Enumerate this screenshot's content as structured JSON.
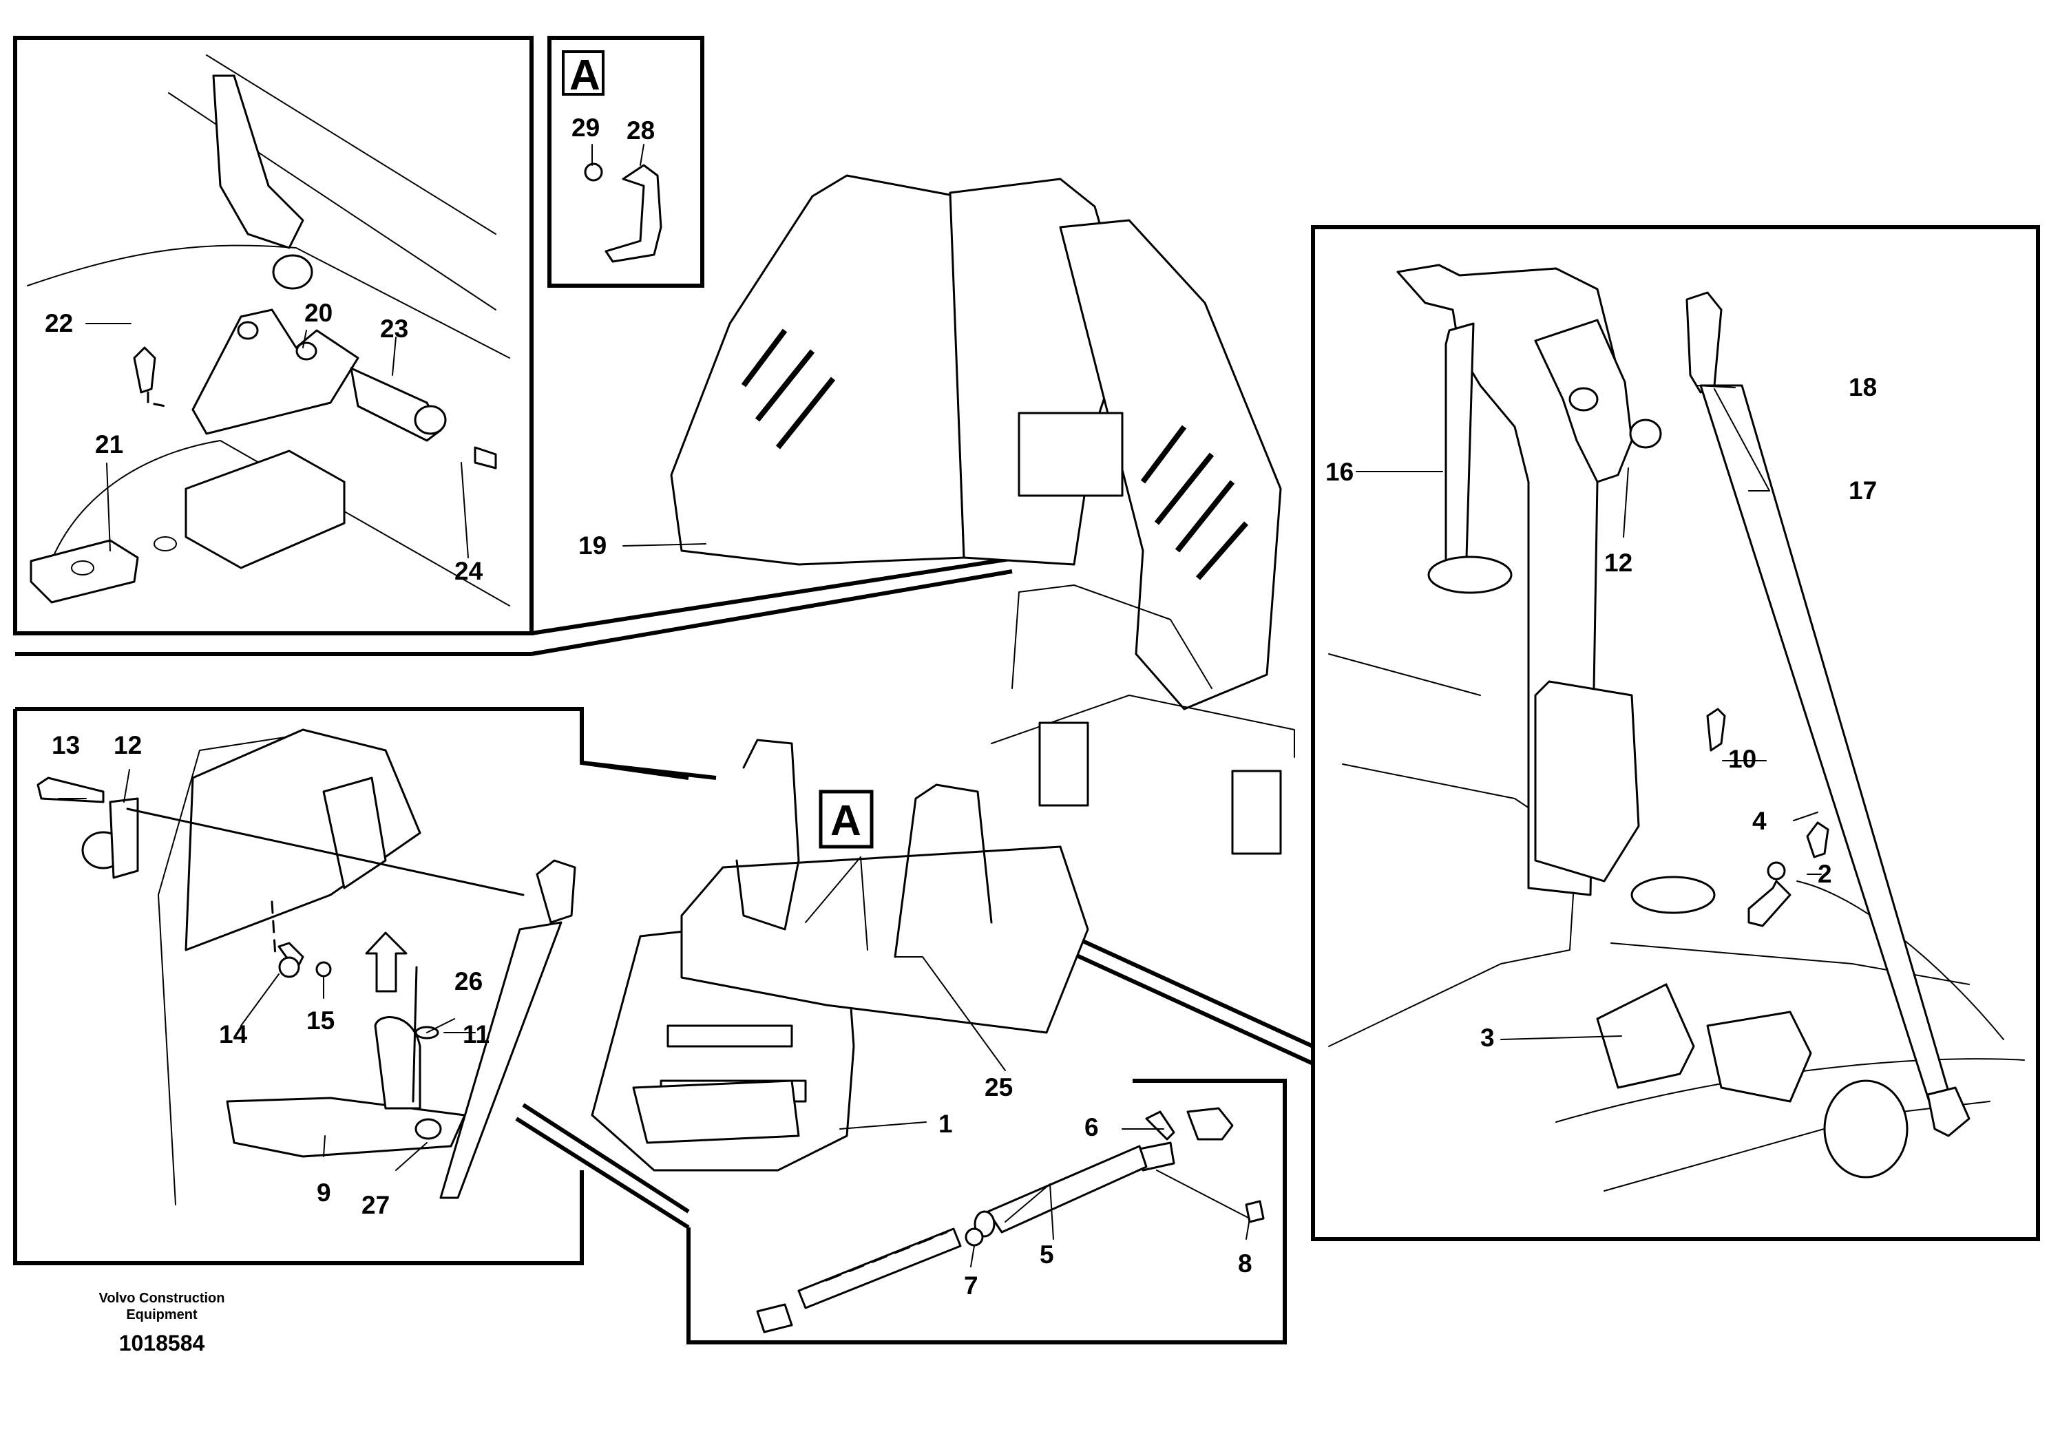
{
  "callouts": {
    "c1": "1",
    "c2": "2",
    "c3": "3",
    "c4": "4",
    "c5": "5",
    "c6": "6",
    "c7": "7",
    "c8": "8",
    "c9": "9",
    "c10": "10",
    "c11": "11",
    "c12a": "12",
    "c12b": "12",
    "c13": "13",
    "c14": "14",
    "c15": "15",
    "c16": "16",
    "c17": "17",
    "c18": "18",
    "c19": "19",
    "c20": "20",
    "c21": "21",
    "c22": "22",
    "c23": "23",
    "c24": "24",
    "c25": "25",
    "c26": "26",
    "c27": "27",
    "c28": "28",
    "c29": "29"
  },
  "detail_markers": {
    "a_inset": "A",
    "a_main": "A"
  },
  "footer": {
    "company_line1": "Volvo Construction",
    "company_line2": "Equipment",
    "drawing_number": "1018584"
  }
}
